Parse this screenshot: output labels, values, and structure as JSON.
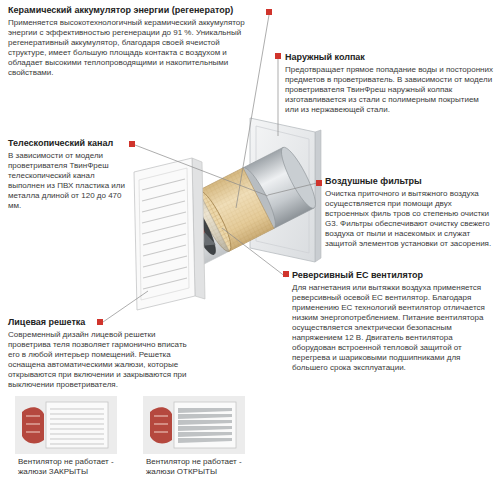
{
  "diagram": {
    "labels": [
      "Керамический аккумулятор энергии (регенератор)",
      "Применяется высокотехнологичный керамический аккумулятор энергии с эффективностью регенерации до 91 %. Уникальный регенеративный аккумулятор, благодаря своей ячеистой структуре, имеет большую площадь контакта с воздухом и обладает высокими теплопроводящими и накопительными свойствами.",
      "Наружный колпак",
      "Предотвращает прямое попадание воды и посторонних предметов в проветриватель. В зависимости от модели проветривателя ТвинФреш наружный колпак изготавливается из стали с полимерным покрытием или из нержавеющей стали.",
      "Телескопический канал",
      "В зависимости от модели проветривателя ТвинФреш телескопический канал выполнен из ПВХ пластика или металла длиной от 120 до 470 мм.",
      "Воздушные фильтры",
      "Очистка приточного и вытяжного воздуха осуществляется при помощи двух встроенных филь тров со степенью очистки G3. Фильтры обеспечивают очистку свежего воздуха от пыли и насекомых и служат защитой элементов установки от засорения.",
      "Реверсивный ЕС вентилятор",
      "Для нагнетания или вытяжки воздуха применяется реверсивный осевой ЕС вентилятор. Благодаря применению ЕС технологий вентилятор отличается низким энергопотреблением. Питание вентилятора осуществляется электрически безопасным напряжением 12 В. Двигатель вентилятора оборудован встроенной тепловой защитой от перегрева и шариковыми подшипниками для большего срока эксплуатации.",
      "Лицевая решетка",
      "Современный дизайн лицевой решетки проветрива теля позволяет гармонично вписать его в любой интерьер помещений. Решетка оснащена автоматическими жалюзи, которые открываются при включении и закрываются при выключении проветривателя.",
      "Вентилятор не работает - жалюзи ЗАКРЫТЫ",
      "Вентилятор не работает - жалюзи ОТКРЫТЫ"
    ]
  }
}
